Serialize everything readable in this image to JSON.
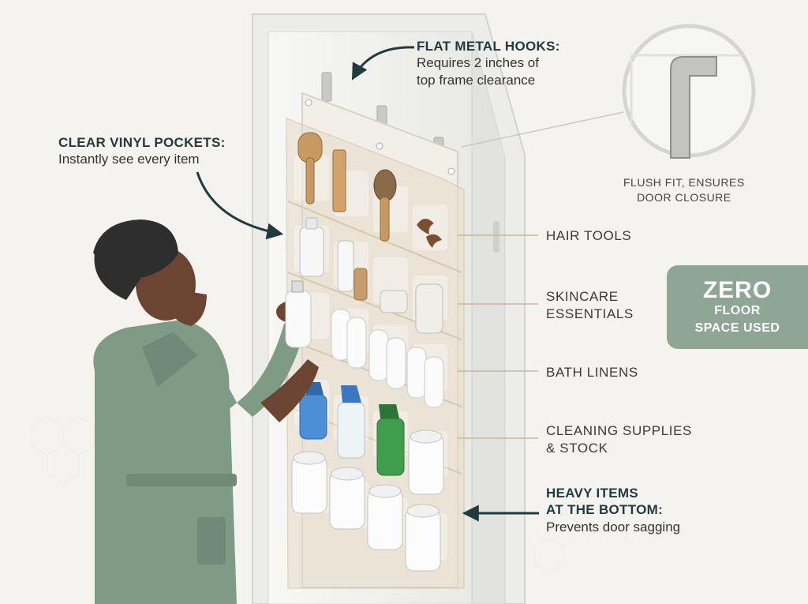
{
  "callouts": {
    "hooks": {
      "heading": "FLAT METAL HOOKS:",
      "line1": "Requires 2 inches of",
      "line2": "top frame clearance"
    },
    "pockets": {
      "heading": "CLEAR VINYL POCKETS:",
      "line1": "Instantly see every item"
    },
    "heavy": {
      "heading_line1": "HEAVY ITEMS",
      "heading_line2": "AT THE BOTTOM:",
      "line1": "Prevents door sagging"
    }
  },
  "detail": {
    "caption_line1": "FLUSH FIT, ENSURES",
    "caption_line2": "DOOR CLOSURE"
  },
  "row_labels": {
    "hair": "HAIR TOOLS",
    "skincare_line1": "SKINCARE",
    "skincare_line2": "ESSENTIALS",
    "linens": "BATH LINENS",
    "cleaning_line1": "CLEANING SUPPLIES",
    "cleaning_line2": "& STOCK"
  },
  "badge": {
    "line1": "ZERO",
    "line2": "FLOOR",
    "line3": "SPACE USED"
  },
  "colors": {
    "heading": "#1f3b3d",
    "arrow": "#1f3b3d",
    "badge_bg": "#8fa694",
    "robe": "#7f9b86",
    "organizer_tint": "#e7dcc8",
    "bottle_blue": "#4b8fd6",
    "bottle_green": "#3f9d4c"
  },
  "icons": [
    "metal-hook-icon",
    "brush-icon",
    "comb-icon",
    "bottle-icon",
    "jar-icon",
    "towel-roll-icon",
    "spray-bottle-icon",
    "toilet-paper-icon"
  ]
}
